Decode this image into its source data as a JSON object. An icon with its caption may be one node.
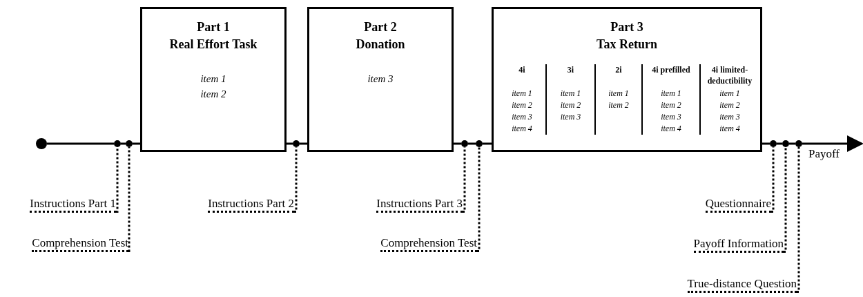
{
  "diagram": {
    "nodes": [
      {
        "text": [],
        "shape": "circle"
      },
      {
        "text": [],
        "shape": "circle"
      },
      {
        "text": [],
        "shape": "circle"
      },
      {
        "text": [
          "Part 1",
          "Real Effort Task",
          "item 1",
          "item 2"
        ]
      },
      {
        "text": [],
        "shape": "circle"
      },
      {
        "text": [
          "Part 2",
          "Donation",
          "item 3"
        ]
      },
      {
        "text": [],
        "shape": "circle"
      },
      {
        "text": [],
        "shape": "circle"
      },
      {
        "text": [
          "Part 3",
          "Tax Return"
        ]
      },
      {
        "text": [
          "4i",
          "item 1",
          "item 2",
          "item 3",
          "item 4"
        ],
        "in": 8
      },
      {
        "text": [
          "3i",
          "item 1",
          "item 2",
          "item 3"
        ],
        "in": 8
      },
      {
        "text": [
          "2i",
          "item 1",
          "item 2"
        ],
        "in": 8
      },
      {
        "text": [
          "4i prefilled",
          "item 1",
          "item 2",
          "item 3",
          "item 4"
        ],
        "in": 8
      },
      {
        "text": [
          "4i limited-deductibility",
          "item 1",
          "item 2",
          "item 3",
          "item 4"
        ],
        "in": 8
      },
      {
        "text": [],
        "shape": "circle"
      },
      {
        "text": [],
        "shape": "circle"
      },
      {
        "text": [],
        "shape": "circle"
      },
      {
        "text": [
          "Instructions Part 1"
        ]
      },
      {
        "text": [
          "Comprehension Test"
        ]
      },
      {
        "text": [
          "Instructions Part 2"
        ]
      },
      {
        "text": [
          "Instructions Part 3"
        ]
      },
      {
        "text": [
          "Comprehension Test"
        ]
      },
      {
        "text": [
          "Questionnaire"
        ]
      },
      {
        "text": [
          "Payoff Information"
        ]
      },
      {
        "text": [
          "True-distance Question"
        ]
      }
    ],
    "edges": [
      {
        "from": 0,
        "to": 1,
        "arrow": "none"
      },
      {
        "from": 1,
        "to": 2,
        "arrow": "none"
      },
      {
        "from": 2,
        "to": 3,
        "arrow": "none"
      },
      {
        "from": 3,
        "to": 4,
        "arrow": "none"
      },
      {
        "from": 4,
        "to": 5,
        "arrow": "none"
      },
      {
        "from": 5,
        "to": 6,
        "arrow": "none"
      },
      {
        "from": 6,
        "to": 7,
        "arrow": "none"
      },
      {
        "from": 7,
        "to": 8,
        "arrow": "none"
      },
      {
        "from": 8,
        "to": 14,
        "arrow": "none"
      },
      {
        "from": 14,
        "to": 15,
        "arrow": "none"
      },
      {
        "from": 15,
        "to": 16,
        "arrow": "none"
      },
      {
        "from": 16,
        "to": null,
        "arrow": "to"
      },
      {
        "from": 17,
        "to": 1,
        "arrow": "none",
        "style": "dashed"
      },
      {
        "from": 18,
        "to": 2,
        "arrow": "none",
        "style": "dashed"
      },
      {
        "from": 19,
        "to": 4,
        "arrow": "none",
        "style": "dashed"
      },
      {
        "from": 20,
        "to": 6,
        "arrow": "none",
        "style": "dashed"
      },
      {
        "from": 21,
        "to": 7,
        "arrow": "none",
        "style": "dashed"
      },
      {
        "from": 22,
        "to": 14,
        "arrow": "none",
        "style": "dashed"
      },
      {
        "from": 23,
        "to": 15,
        "arrow": "none",
        "style": "dashed"
      },
      {
        "from": 24,
        "to": 16,
        "arrow": "none",
        "style": "dashed"
      }
    ],
    "labels": [
      "Payoff"
    ]
  }
}
